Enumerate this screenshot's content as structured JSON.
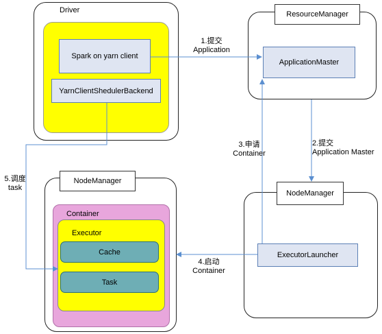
{
  "driver": {
    "title": "Driver",
    "client_label": "Spark on  yarn client",
    "backend_label": "YarnClientShedulerBackend"
  },
  "resource_manager": {
    "title": "ResourceManager",
    "app_master_label": "ApplicationMaster"
  },
  "node_manager_left": {
    "title": "NodeManager",
    "container_label": "Container",
    "executor_label": "Executor",
    "cache_label": "Cache",
    "task_label": "Task"
  },
  "node_manager_right": {
    "title": "NodeManager",
    "launcher_label": "ExecutorLauncher"
  },
  "steps": {
    "step1_line1": "1.提交",
    "step1_line2": "Application",
    "step2_line1": "2.提交",
    "step2_line2": "Application Master",
    "step3_line1": "3.申请",
    "step3_line2": "Container",
    "step4_line1": "4.启动",
    "step4_line2": "Container",
    "step5_line1": "5.调度",
    "step5_line2": "task"
  },
  "colors": {
    "yellow": "#ffff00",
    "pink": "#e8a6dc",
    "light_blue": "#dfe5f2",
    "teal": "#6eaeb5",
    "arrow": "#5b8fd0"
  }
}
